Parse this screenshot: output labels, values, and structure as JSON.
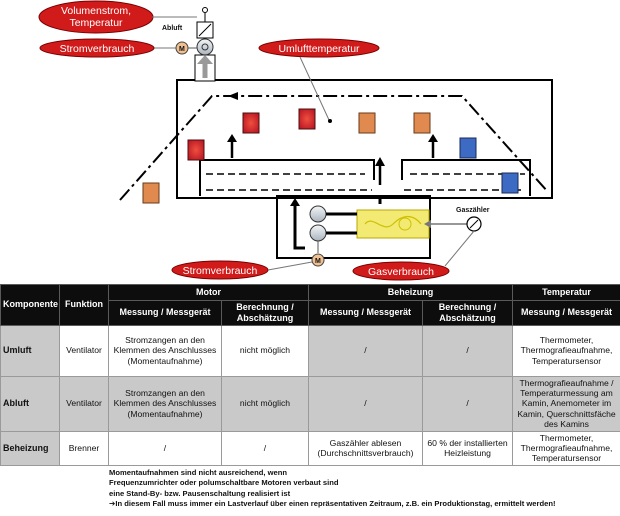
{
  "diagram": {
    "callouts": {
      "flow_temp": [
        "Volumenstrom,",
        "Temperatur"
      ],
      "power_top": "Stromverbrauch",
      "recirc_temp": "Umlufttemperatur",
      "power_bottom": "Stromverbrauch",
      "gas": "Gasverbrauch"
    },
    "labels": {
      "exhaust": "Abluft",
      "gas_meter": "Gaszähler",
      "motor_symbol": "M"
    },
    "colors": {
      "callout_red": "#d11b1b",
      "heater_red": "#c8202a",
      "heater_orange": "#e08a50",
      "heater_blue": "#3d6bc3",
      "burner_yellow": "#f2ea73"
    }
  },
  "table": {
    "headers": {
      "component": "Komponente",
      "function": "Funktion",
      "motor": "Motor",
      "heating": "Beheizung",
      "temperature": "Temperatur",
      "measurement": "Messung / Messgerät",
      "calculation": "Berechnung / Abschätzung"
    },
    "rows": [
      {
        "component": "Umluft",
        "function": "Ventilator",
        "motor_measure": "Stromzangen an den Klemmen des Anschlusses (Momentaufnahme)",
        "motor_calc": "nicht möglich",
        "heat_measure": "/",
        "heat_calc": "/",
        "temp_measure": "Thermometer, Thermografieaufnahme, Temperatursensor"
      },
      {
        "component": "Abluft",
        "function": "Ventilator",
        "motor_measure": "Stromzangen an den Klemmen des Anschlusses (Momentaufnahme)",
        "motor_calc": "nicht möglich",
        "heat_measure": "/",
        "heat_calc": "/",
        "temp_measure": "Thermografieaufnahme / Temperaturmessung am Kamin, Anemometer im Kamin, Querschnittsfäche des Kamins"
      },
      {
        "component": "Beheizung",
        "function": "Brenner",
        "motor_measure": "/",
        "motor_calc": "/",
        "heat_measure": "Gaszähler ablesen (Durchschnittsverbrauch)",
        "heat_calc": "60 % der installierten Heizleistung",
        "temp_measure": "Thermometer, Thermografieaufnahme, Temperatursensor"
      }
    ]
  },
  "notes": {
    "line1": "Momentaufnahmen sind nicht ausreichend, wenn",
    "line2": "Frequenzumrichter oder polumschaltbare Motoren verbaut sind",
    "line3": "eine Stand-By- bzw. Pausenschaltung realisiert ist",
    "arrow": "➔",
    "line4": "In diesem Fall muss immer ein Lastverlauf über einen repräsentativen Zeitraum, z.B. ein Produktionstag, ermittelt werden!"
  }
}
